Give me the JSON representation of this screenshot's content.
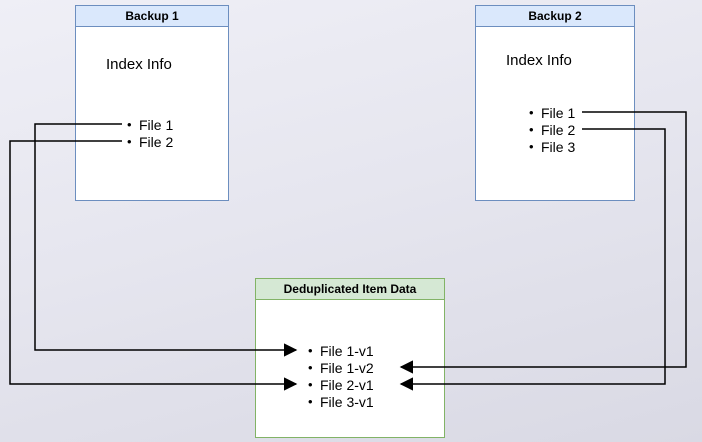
{
  "backup1": {
    "title": "Backup 1",
    "subtitle": "Index Info",
    "items": [
      "File 1",
      "File 2"
    ]
  },
  "backup2": {
    "title": "Backup 2",
    "subtitle": "Index Info",
    "items": [
      "File 1",
      "File 2",
      "File 3"
    ]
  },
  "dedup": {
    "title": "Deduplicated Item Data",
    "items": [
      "File 1-v1",
      "File 1-v2",
      "File 2-v1",
      "File 3-v1"
    ]
  },
  "connections": [
    {
      "from": "Backup 1 / File 1",
      "to": "Deduplicated Item Data / File 1-v1"
    },
    {
      "from": "Backup 1 / File 2",
      "to": "Deduplicated Item Data / File 2-v1"
    },
    {
      "from": "Backup 2 / File 1",
      "to": "Deduplicated Item Data / File 1-v2"
    },
    {
      "from": "Backup 2 / File 2",
      "to": "Deduplicated Item Data / File 2-v1"
    }
  ],
  "colors": {
    "backup_header_fill": "#dae8fc",
    "backup_border": "#6c8ebf",
    "dedup_header_fill": "#d5e8d4",
    "dedup_border": "#82b366",
    "arrow": "#000000",
    "node_body": "#ffffff"
  }
}
